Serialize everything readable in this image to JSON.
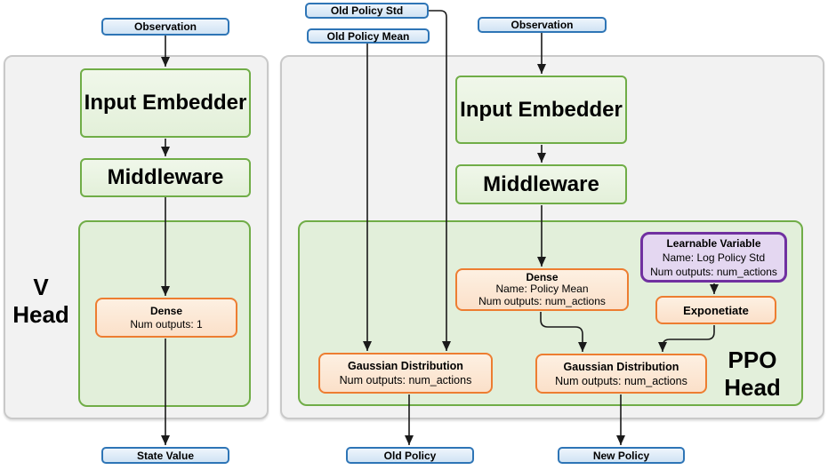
{
  "diagram": {
    "heads": {
      "v_head": {
        "line1": "V",
        "line2": "Head"
      },
      "ppo_head": {
        "line1": "PPO",
        "line2": "Head"
      }
    },
    "nodes": {
      "observation_left": {
        "label": "Observation"
      },
      "old_policy_std": {
        "label": "Old Policy Std"
      },
      "old_policy_mean": {
        "label": "Old Policy Mean"
      },
      "observation_right": {
        "label": "Observation"
      },
      "input_embedder_left": {
        "label": "Input Embedder"
      },
      "middleware_left": {
        "label": "Middleware"
      },
      "input_embedder_right": {
        "label": "Input Embedder"
      },
      "middleware_right": {
        "label": "Middleware"
      },
      "dense_v": {
        "title": "Dense",
        "line2": "Num outputs: 1"
      },
      "dense_policy_mean": {
        "title": "Dense",
        "line2": "Name: Policy Mean",
        "line3": "Num outputs: num_actions"
      },
      "learnable_variable": {
        "title": "Learnable Variable",
        "line2": "Name: Log Policy Std",
        "line3": "Num outputs: num_actions"
      },
      "exponetiate": {
        "label": "Exponetiate"
      },
      "gaussian_old": {
        "title": "Gaussian Distribution",
        "line2": "Num outputs: num_actions"
      },
      "gaussian_new": {
        "title": "Gaussian Distribution",
        "line2": "Num outputs: num_actions"
      },
      "state_value": {
        "label": "State Value"
      },
      "old_policy": {
        "label": "Old Policy"
      },
      "new_policy": {
        "label": "New Policy"
      }
    },
    "edges": [
      "observation_left -> input_embedder_left",
      "input_embedder_left -> middleware_left",
      "middleware_left -> dense_v",
      "dense_v -> state_value",
      "observation_right -> input_embedder_right",
      "input_embedder_right -> middleware_right",
      "middleware_right -> dense_policy_mean",
      "old_policy_mean -> gaussian_old",
      "old_policy_std -> gaussian_old",
      "dense_policy_mean -> gaussian_new",
      "learnable_variable -> exponetiate",
      "exponetiate -> gaussian_new",
      "gaussian_old -> old_policy",
      "gaussian_new -> new_policy"
    ],
    "colors": {
      "blue_border": "#2e75b6",
      "blue_fill": "#d6e6f5",
      "green_border": "#70ad47",
      "green_node_fill": "#e9f3e1",
      "green_container_fill": "#e2efda",
      "orange_border": "#ed7d31",
      "orange_fill": "#fce8d5",
      "purple_border": "#7030a0",
      "purple_fill": "#e4d7f1",
      "panel_fill": "#f2f2f2",
      "panel_border": "#c9c9c9",
      "wire": "#1a1a1a"
    }
  }
}
